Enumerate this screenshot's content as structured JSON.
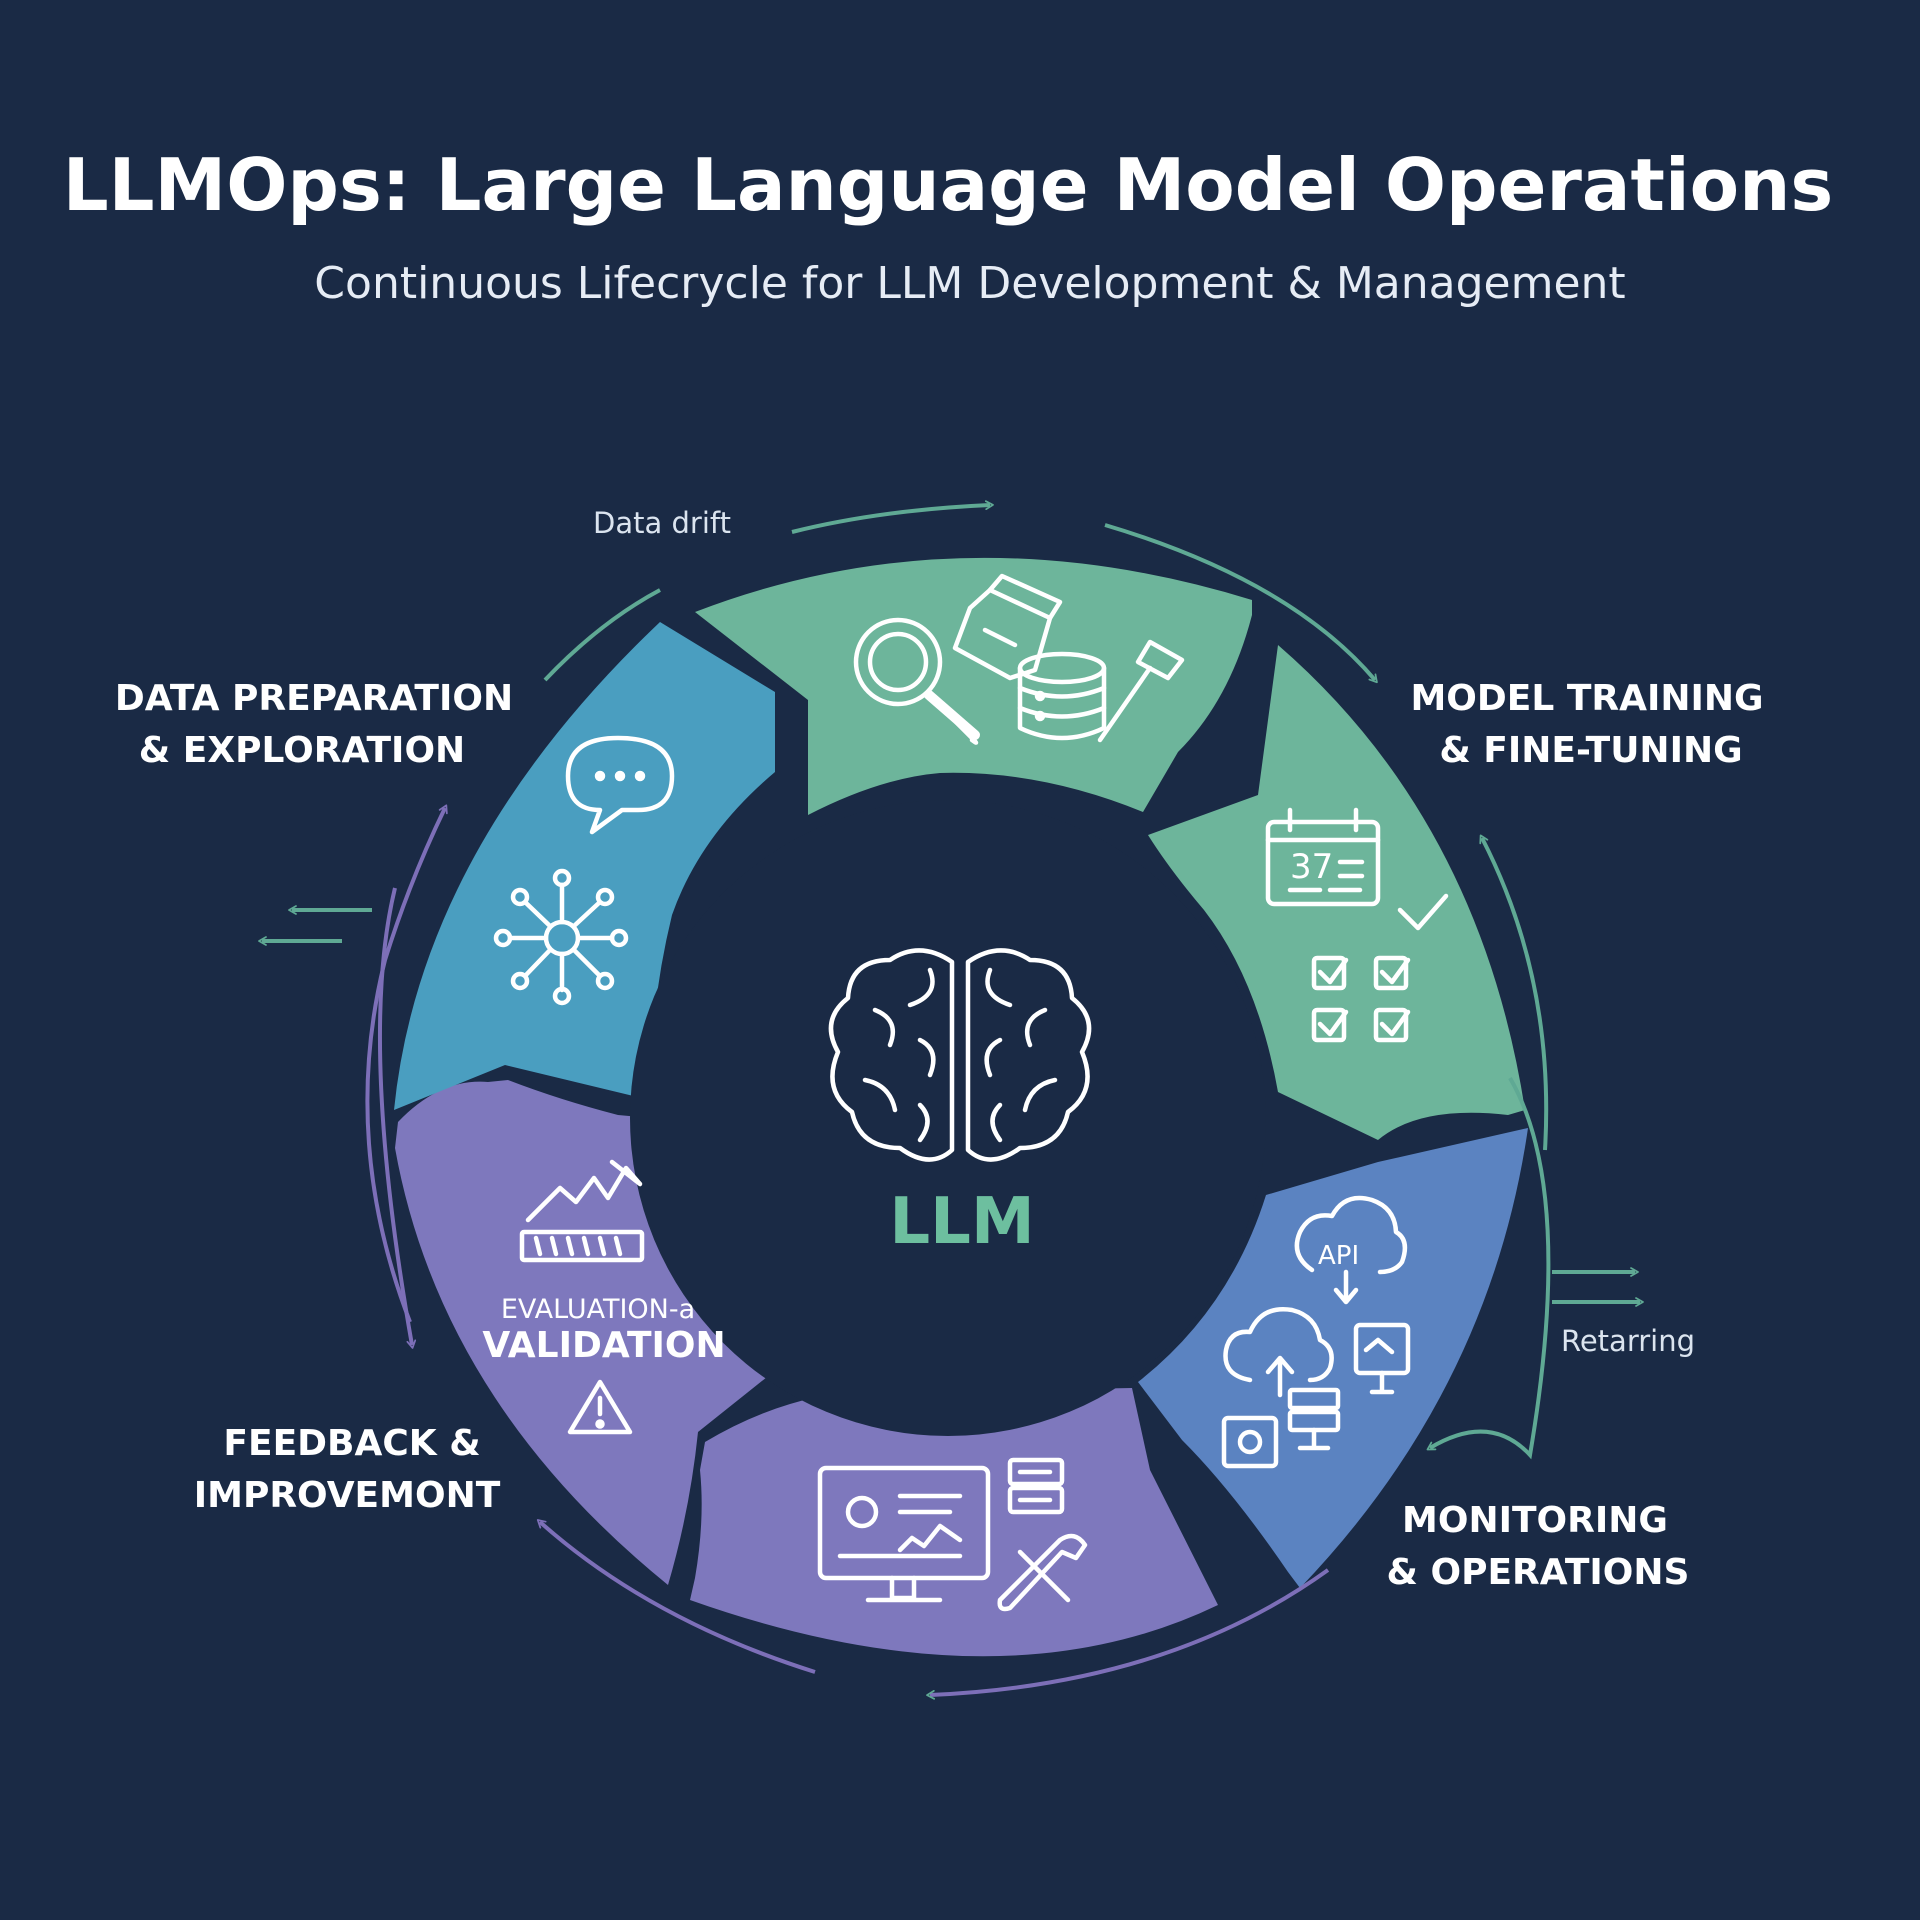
{
  "header": {
    "title": "LLMOps: Large Language Model Operations",
    "subtitle": "Continuous Lifecrycle for LLM Development & Management"
  },
  "center": {
    "label": "LLM",
    "label_color": "#6dbf9f",
    "icon": "brain-icon"
  },
  "labels": {
    "data_prep": [
      "DATA PREPARATION",
      "& EXPLORATION"
    ],
    "model_training": [
      "MODEL TRAINING",
      "& FINE-TUNING"
    ],
    "monitoring": [
      "MONITORING",
      "& OPERATIONS"
    ],
    "feedback": [
      "FEEDBACK &",
      "IMPROVEMONT"
    ],
    "evaluation": [
      "EVALUATION-a",
      "VALIDATION"
    ],
    "data_drift": "Data drift",
    "retraining": "Retarring"
  },
  "colors": {
    "background": "#1a2a45",
    "green": "#6db59b",
    "teal": "#4a9ec0",
    "blue": "#5b83c1",
    "purple": "#7e78bd",
    "arrow_green": "#5fa994",
    "arrow_purple": "#7d6fb8"
  },
  "segments": [
    {
      "name": "segment-top",
      "color": "#6db59b",
      "icons": [
        "magnifier-icon",
        "phone-icon",
        "database-icon",
        "hammer-icon"
      ]
    },
    {
      "name": "segment-right",
      "color": "#6db59b",
      "icons": [
        "calendar-icon",
        "checkmark-icon",
        "checklist-icon"
      ]
    },
    {
      "name": "segment-lower-right",
      "color": "#5b83c1",
      "icons": [
        "api-cloud-icon",
        "cloud-upload-icon",
        "easel-icon",
        "gear-icon",
        "server-icon"
      ]
    },
    {
      "name": "segment-bottom",
      "color": "#7e78bd",
      "icons": [
        "monitor-dashboard-icon",
        "server-stack-icon",
        "wrench-icon"
      ]
    },
    {
      "name": "segment-lower-left",
      "color": "#7e78bd",
      "icons": [
        "trend-chart-icon",
        "warning-icon"
      ]
    },
    {
      "name": "segment-upper-left",
      "color": "#4a9ec0",
      "icons": [
        "chat-bubble-icon",
        "network-icon"
      ]
    }
  ]
}
